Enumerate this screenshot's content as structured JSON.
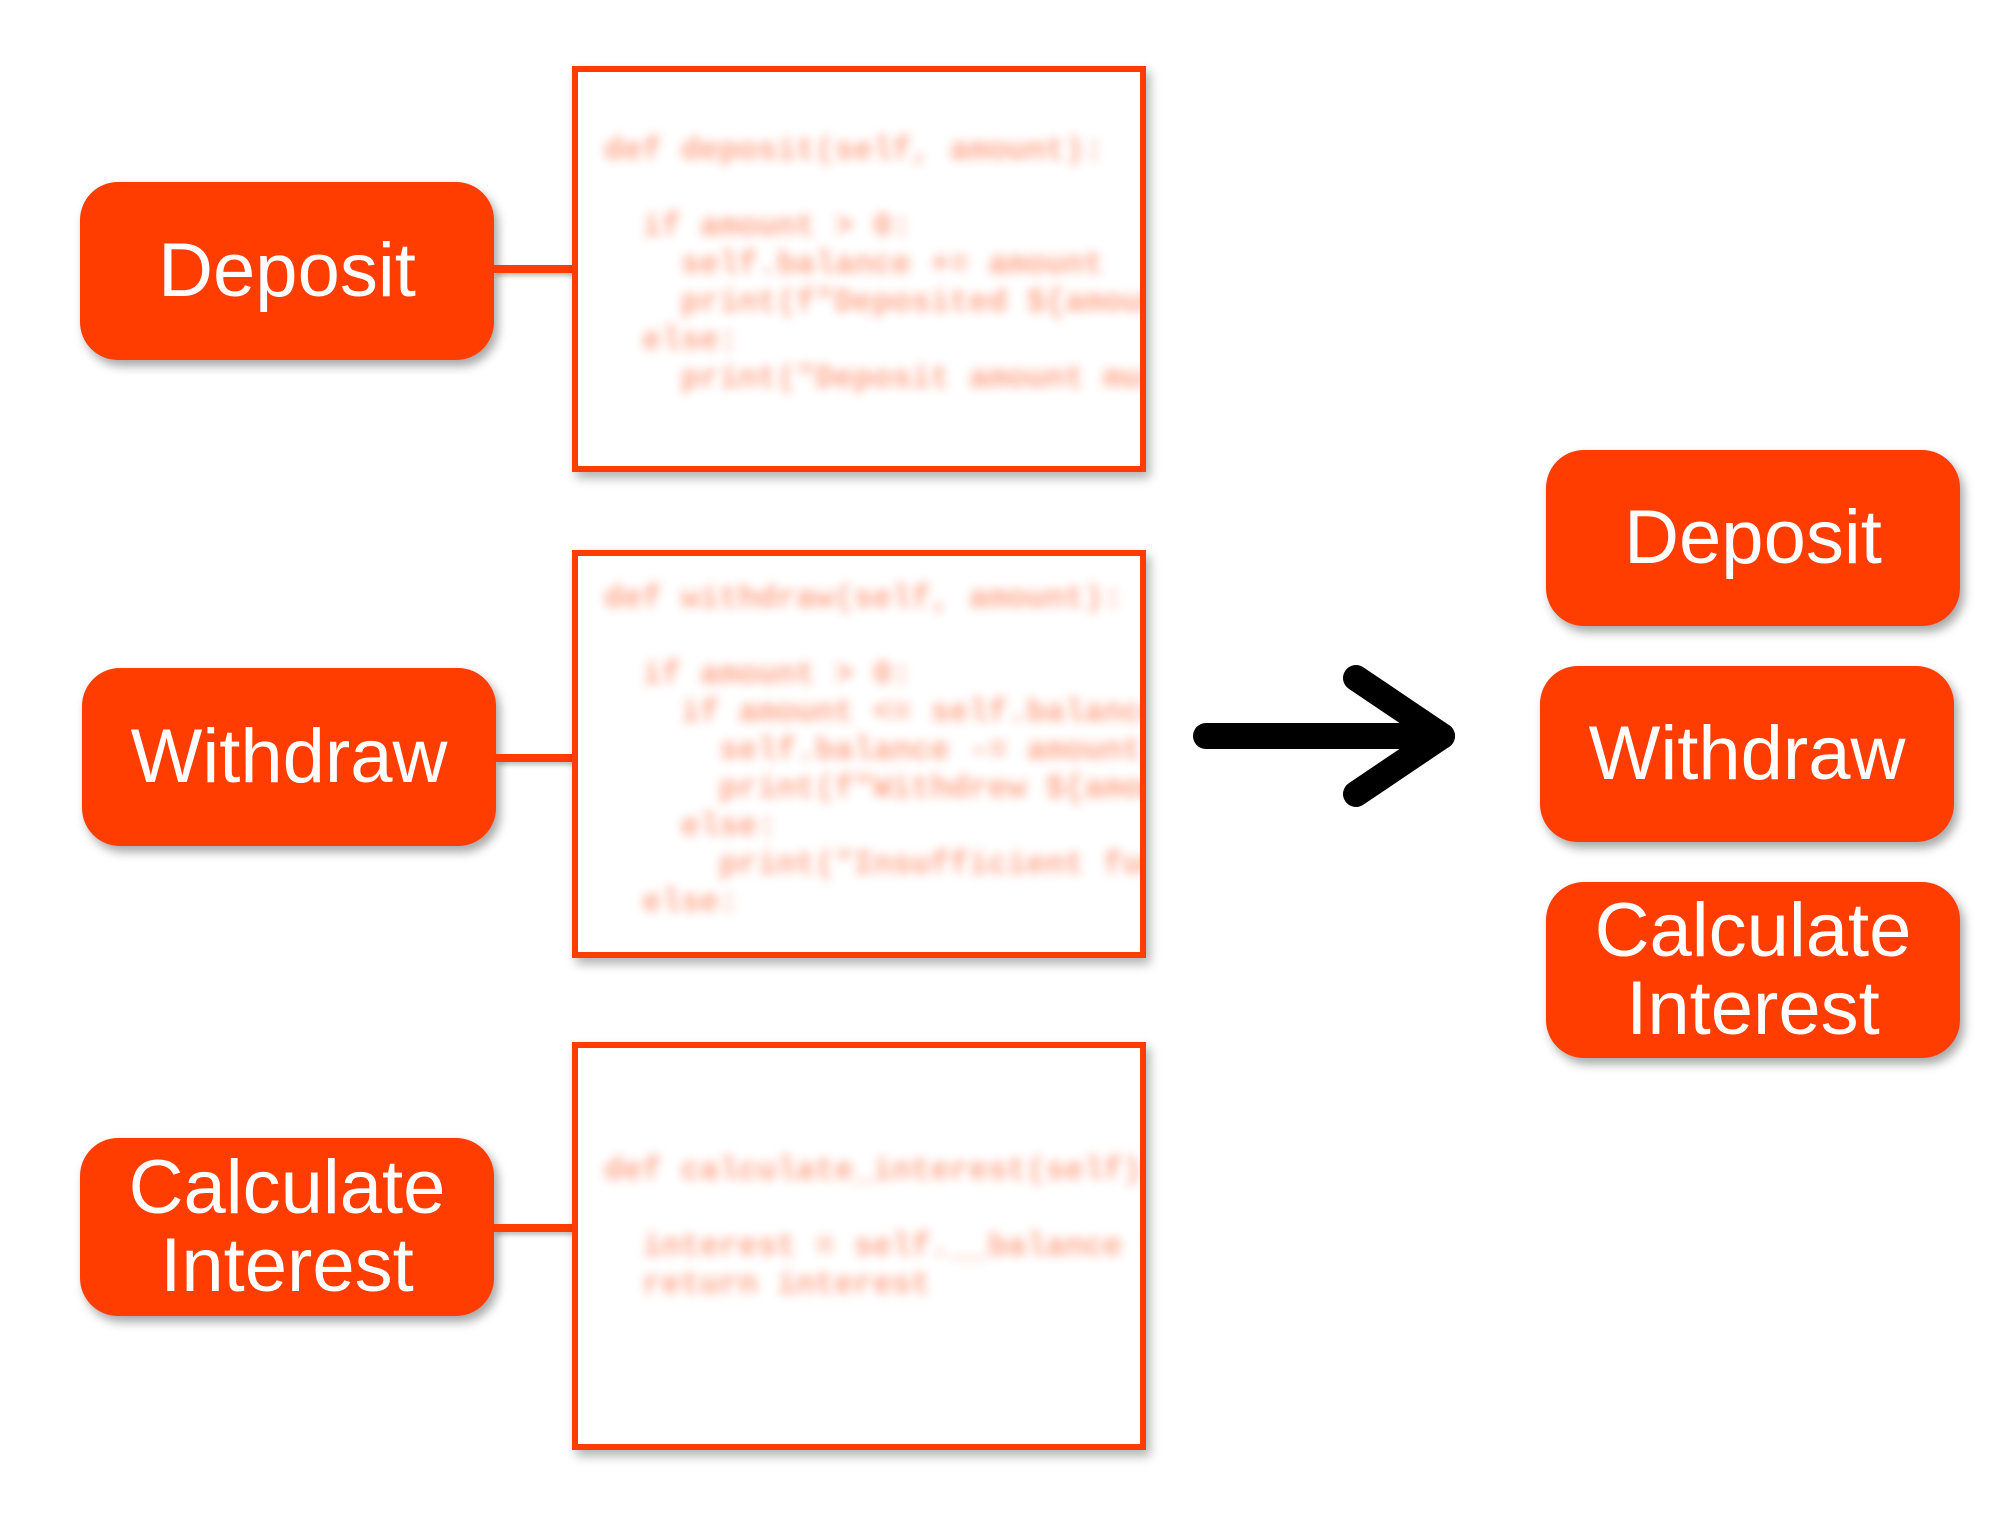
{
  "methods": [
    {
      "label": "Deposit",
      "code": "def deposit(self, amount):\n\n  if amount > 0:\n    self.balance += amount\n    print(f\"Deposited ${amount}\")\n  else:\n    print(\"Deposit amount must be positive\")"
    },
    {
      "label": "Withdraw",
      "code": "def withdraw(self, amount):\n\n  if amount > 0:\n    if amount <= self.balance:\n      self.balance -= amount\n      print(f\"Withdrew ${amount}\")\n    else:\n      print(\"Insufficient funds\")\n  else:"
    },
    {
      "label": "Calculate\nInterest",
      "code": "def calculate_interest(self):\n\n  interest = self.__balance * self.rate\n  return interest"
    }
  ],
  "result": {
    "items": [
      "Deposit",
      "Withdraw",
      "Calculate\nInterest"
    ]
  },
  "colors": {
    "accent": "#ff3d00",
    "arrow": "#000000",
    "text_on_accent": "#ffffff"
  },
  "icons": {
    "transform_arrow": "right-arrow-icon"
  }
}
